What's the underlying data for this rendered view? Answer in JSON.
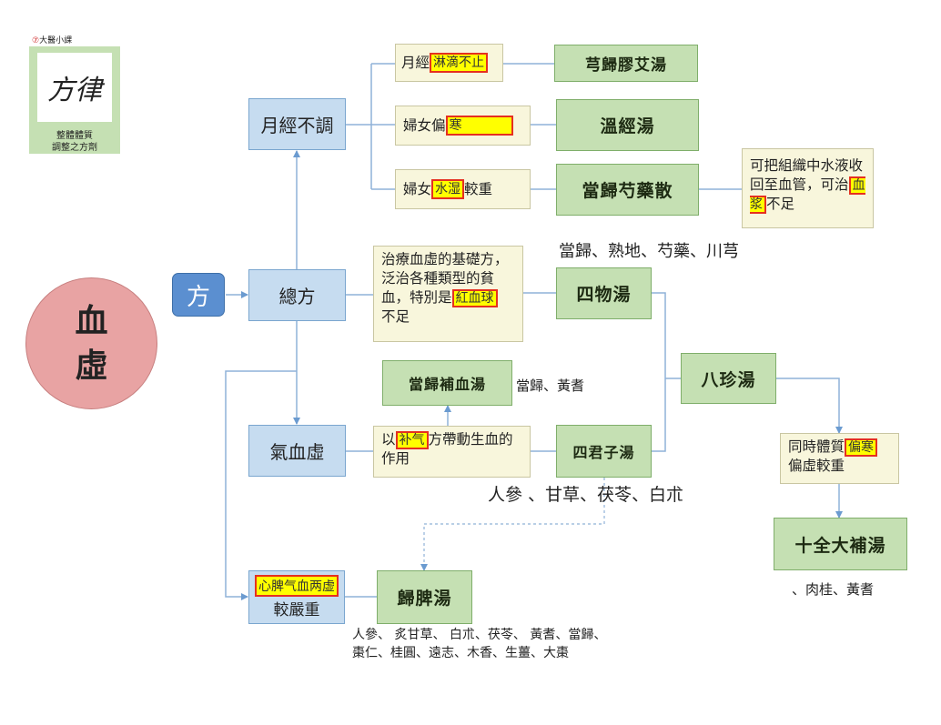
{
  "logo": {
    "caption": "大醫小課",
    "calligraphy": "方律",
    "subtitle_1": "整體體質",
    "subtitle_2": "調整之方劑"
  },
  "main_topic": {
    "line1": "血",
    "line2": "虛"
  },
  "fang_tag": "方",
  "categories": {
    "yuejing": "月經不調",
    "zongfang": "總方",
    "qixuexu": "氣血虛",
    "severe_hl": "心脾气血两虚",
    "severe_text": "較嚴重"
  },
  "conditions": {
    "c1_pre": "月經",
    "c1_hl": "淋滴不止",
    "c2_pre": "婦女偏",
    "c2_hl": "寒",
    "c3_pre": "婦女",
    "c3_hl": "水湿",
    "c3_post": "較重",
    "c4_text": "治療血虛的基礎方，泛治各種類型的貧血，特別是",
    "c4_hl": "紅血球",
    "c4_post": "不足",
    "c5_pre": "以",
    "c5_hl": "补气",
    "c5_post": "方帶動生血的作用",
    "c6_pre": "同時體質",
    "c6_hl": "偏寒",
    "c6_post": "偏虛較重"
  },
  "note": {
    "text": "可把組織中水液收回至血管，可治",
    "hl": "血浆",
    "post": "不足"
  },
  "formulas": {
    "f1": "芎歸膠艾湯",
    "f2": "溫經湯",
    "f3": "當歸芍藥散",
    "f4": "四物湯",
    "f5": "當歸補血湯",
    "f6": "四君子湯",
    "f7": "八珍湯",
    "f8": "十全大補湯",
    "f9": "歸脾湯"
  },
  "ingredients": {
    "siwu": "當歸、熟地、芍藥、川芎",
    "buxue": "當歸、黃耆",
    "sijunzi": "人參 、甘草、茯苓、白朮",
    "shiquan": "、肉桂、黃耆",
    "guipi": "人參、 炙甘草、 白朮、茯苓、 黃耆、當歸、棗仁、桂圓、遠志、木香、生薑、大棗"
  },
  "colors": {
    "main_circle": "#e8a3a3",
    "category_box": "#c6dcf0",
    "condition_box": "#f8f6dc",
    "formula_box": "#c5e0b3",
    "highlight": "#ffff00",
    "tag": "#5b8fd0"
  }
}
